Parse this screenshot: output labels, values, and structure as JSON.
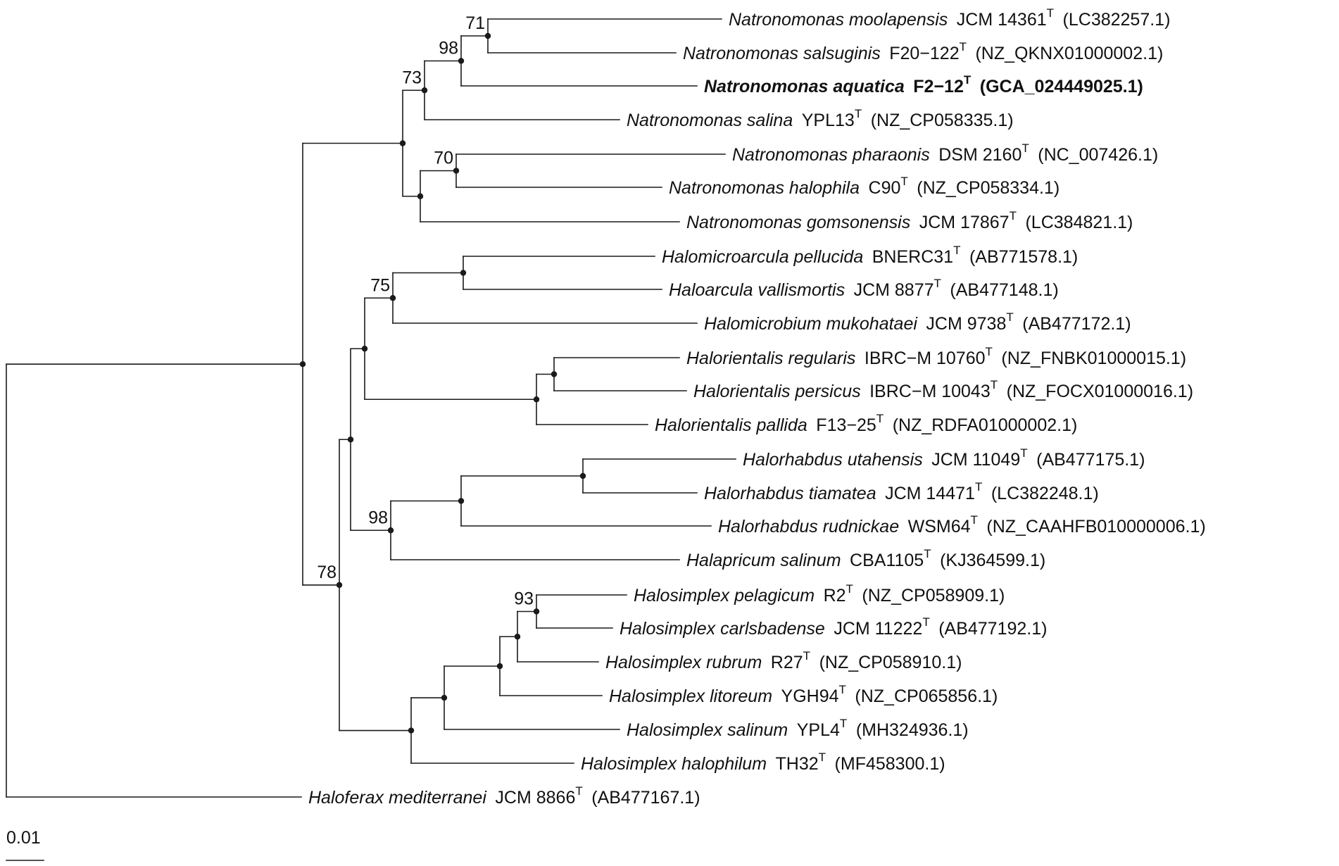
{
  "leaves": [
    {
      "id": "moolapensis",
      "species": "Natronomonas moolapensis",
      "strain": "JCM 14361",
      "type_mark": "T",
      "accession": "(LC382257.1)",
      "bold": false
    },
    {
      "id": "salsuginis",
      "species": "Natronomonas salsuginis",
      "strain": "F20−122",
      "type_mark": "T",
      "accession": "(NZ_QKNX01000002.1)",
      "bold": false
    },
    {
      "id": "aquatica",
      "species": "Natronomonas aquatica",
      "strain": "F2−12",
      "type_mark": "T",
      "accession": "(GCA_024449025.1)",
      "bold": true
    },
    {
      "id": "salina",
      "species": "Natronomonas salina",
      "strain": "YPL13",
      "type_mark": "T",
      "accession": "(NZ_CP058335.1)",
      "bold": false
    },
    {
      "id": "pharaonis",
      "species": "Natronomonas pharaonis",
      "strain": "DSM 2160",
      "type_mark": "T",
      "accession": "(NC_007426.1)",
      "bold": false
    },
    {
      "id": "halophila",
      "species": "Natronomonas halophila",
      "strain": "C90",
      "type_mark": "T",
      "accession": "(NZ_CP058334.1)",
      "bold": false
    },
    {
      "id": "gomsonensis",
      "species": "Natronomonas gomsonensis",
      "strain": "JCM 17867",
      "type_mark": "T",
      "accession": "(LC384821.1)",
      "bold": false
    },
    {
      "id": "pellucida",
      "species": "Halomicroarcula pellucida",
      "strain": "BNERC31",
      "type_mark": "T",
      "accession": "(AB771578.1)",
      "bold": false
    },
    {
      "id": "vallismortis",
      "species": "Haloarcula vallismortis",
      "strain": "JCM 8877",
      "type_mark": "T",
      "accession": "(AB477148.1)",
      "bold": false
    },
    {
      "id": "mukohataei",
      "species": "Halomicrobium mukohataei",
      "strain": "JCM 9738",
      "type_mark": "T",
      "accession": "(AB477172.1)",
      "bold": false
    },
    {
      "id": "regularis",
      "species": "Halorientalis regularis",
      "strain": "IBRC−M 10760",
      "type_mark": "T",
      "accession": "(NZ_FNBK01000015.1)",
      "bold": false
    },
    {
      "id": "persicus",
      "species": "Halorientalis persicus",
      "strain": "IBRC−M 10043",
      "type_mark": "T",
      "accession": "(NZ_FOCX01000016.1)",
      "bold": false
    },
    {
      "id": "pallida",
      "species": "Halorientalis pallida",
      "strain": "F13−25",
      "type_mark": "T",
      "accession": "(NZ_RDFA01000002.1)",
      "bold": false
    },
    {
      "id": "utahensis",
      "species": "Halorhabdus utahensis",
      "strain": "JCM 11049",
      "type_mark": "T",
      "accession": "(AB477175.1)",
      "bold": false
    },
    {
      "id": "tiamatea",
      "species": "Halorhabdus tiamatea",
      "strain": "JCM 14471",
      "type_mark": "T",
      "accession": "(LC382248.1)",
      "bold": false
    },
    {
      "id": "rudnickae",
      "species": "Halorhabdus rudnickae",
      "strain": "WSM64",
      "type_mark": "T",
      "accession": "(NZ_CAAHFB010000006.1)",
      "bold": false
    },
    {
      "id": "hapsalinum",
      "species": "Halapricum salinum",
      "strain": "CBA1105",
      "type_mark": "T",
      "accession": "(KJ364599.1)",
      "bold": false
    },
    {
      "id": "pelagicum",
      "species": "Halosimplex pelagicum",
      "strain": "R2",
      "type_mark": "T",
      "accession": "(NZ_CP058909.1)",
      "bold": false
    },
    {
      "id": "carlsbadense",
      "species": "Halosimplex carlsbadense",
      "strain": "JCM 11222",
      "type_mark": "T",
      "accession": "(AB477192.1)",
      "bold": false
    },
    {
      "id": "rubrum",
      "species": "Halosimplex rubrum",
      "strain": "R27",
      "type_mark": "T",
      "accession": "(NZ_CP058910.1)",
      "bold": false
    },
    {
      "id": "litoreum",
      "species": "Halosimplex litoreum",
      "strain": "YGH94",
      "type_mark": "T",
      "accession": "(NZ_CP065856.1)",
      "bold": false
    },
    {
      "id": "hssalinum",
      "species": "Halosimplex salinum",
      "strain": "YPL4",
      "type_mark": "T",
      "accession": "(MH324936.1)",
      "bold": false
    },
    {
      "id": "halophilum",
      "species": "Halosimplex halophilum",
      "strain": "TH32",
      "type_mark": "T",
      "accession": "(MF458300.1)",
      "bold": false
    },
    {
      "id": "mediterranei",
      "species": "Haloferax mediterranei",
      "strain": "JCM 8866",
      "type_mark": "T",
      "accession": "(AB477167.1)",
      "bold": false
    }
  ],
  "bootstrap": {
    "n71": "71",
    "n98a": "98",
    "n73": "73",
    "n70": "70",
    "n75": "75",
    "n98b": "98",
    "n78": "78",
    "n93": "93"
  },
  "scale_bar": {
    "label": "0.01",
    "length": 0.01
  }
}
